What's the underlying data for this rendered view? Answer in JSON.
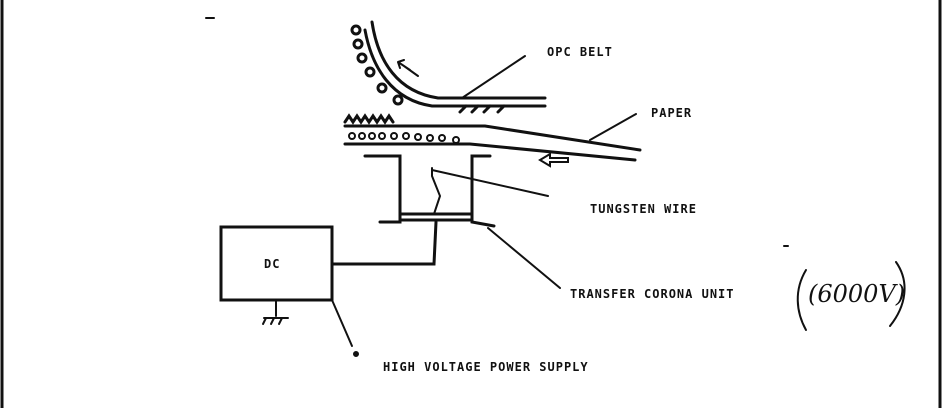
{
  "diagram": {
    "labels": {
      "opc_belt": "OPC BELT",
      "paper": "PAPER",
      "tungsten_wire": "TUNGSTEN WIRE",
      "transfer_corona_unit": "TRANSFER CORONA UNIT",
      "handwritten_note": "(6000V)",
      "power_box": "DC",
      "high_voltage_power_supply": "HIGH VOLTAGE POWER SUPPLY"
    },
    "colors": {
      "ink": "#111111",
      "background": "#ffffff"
    }
  }
}
